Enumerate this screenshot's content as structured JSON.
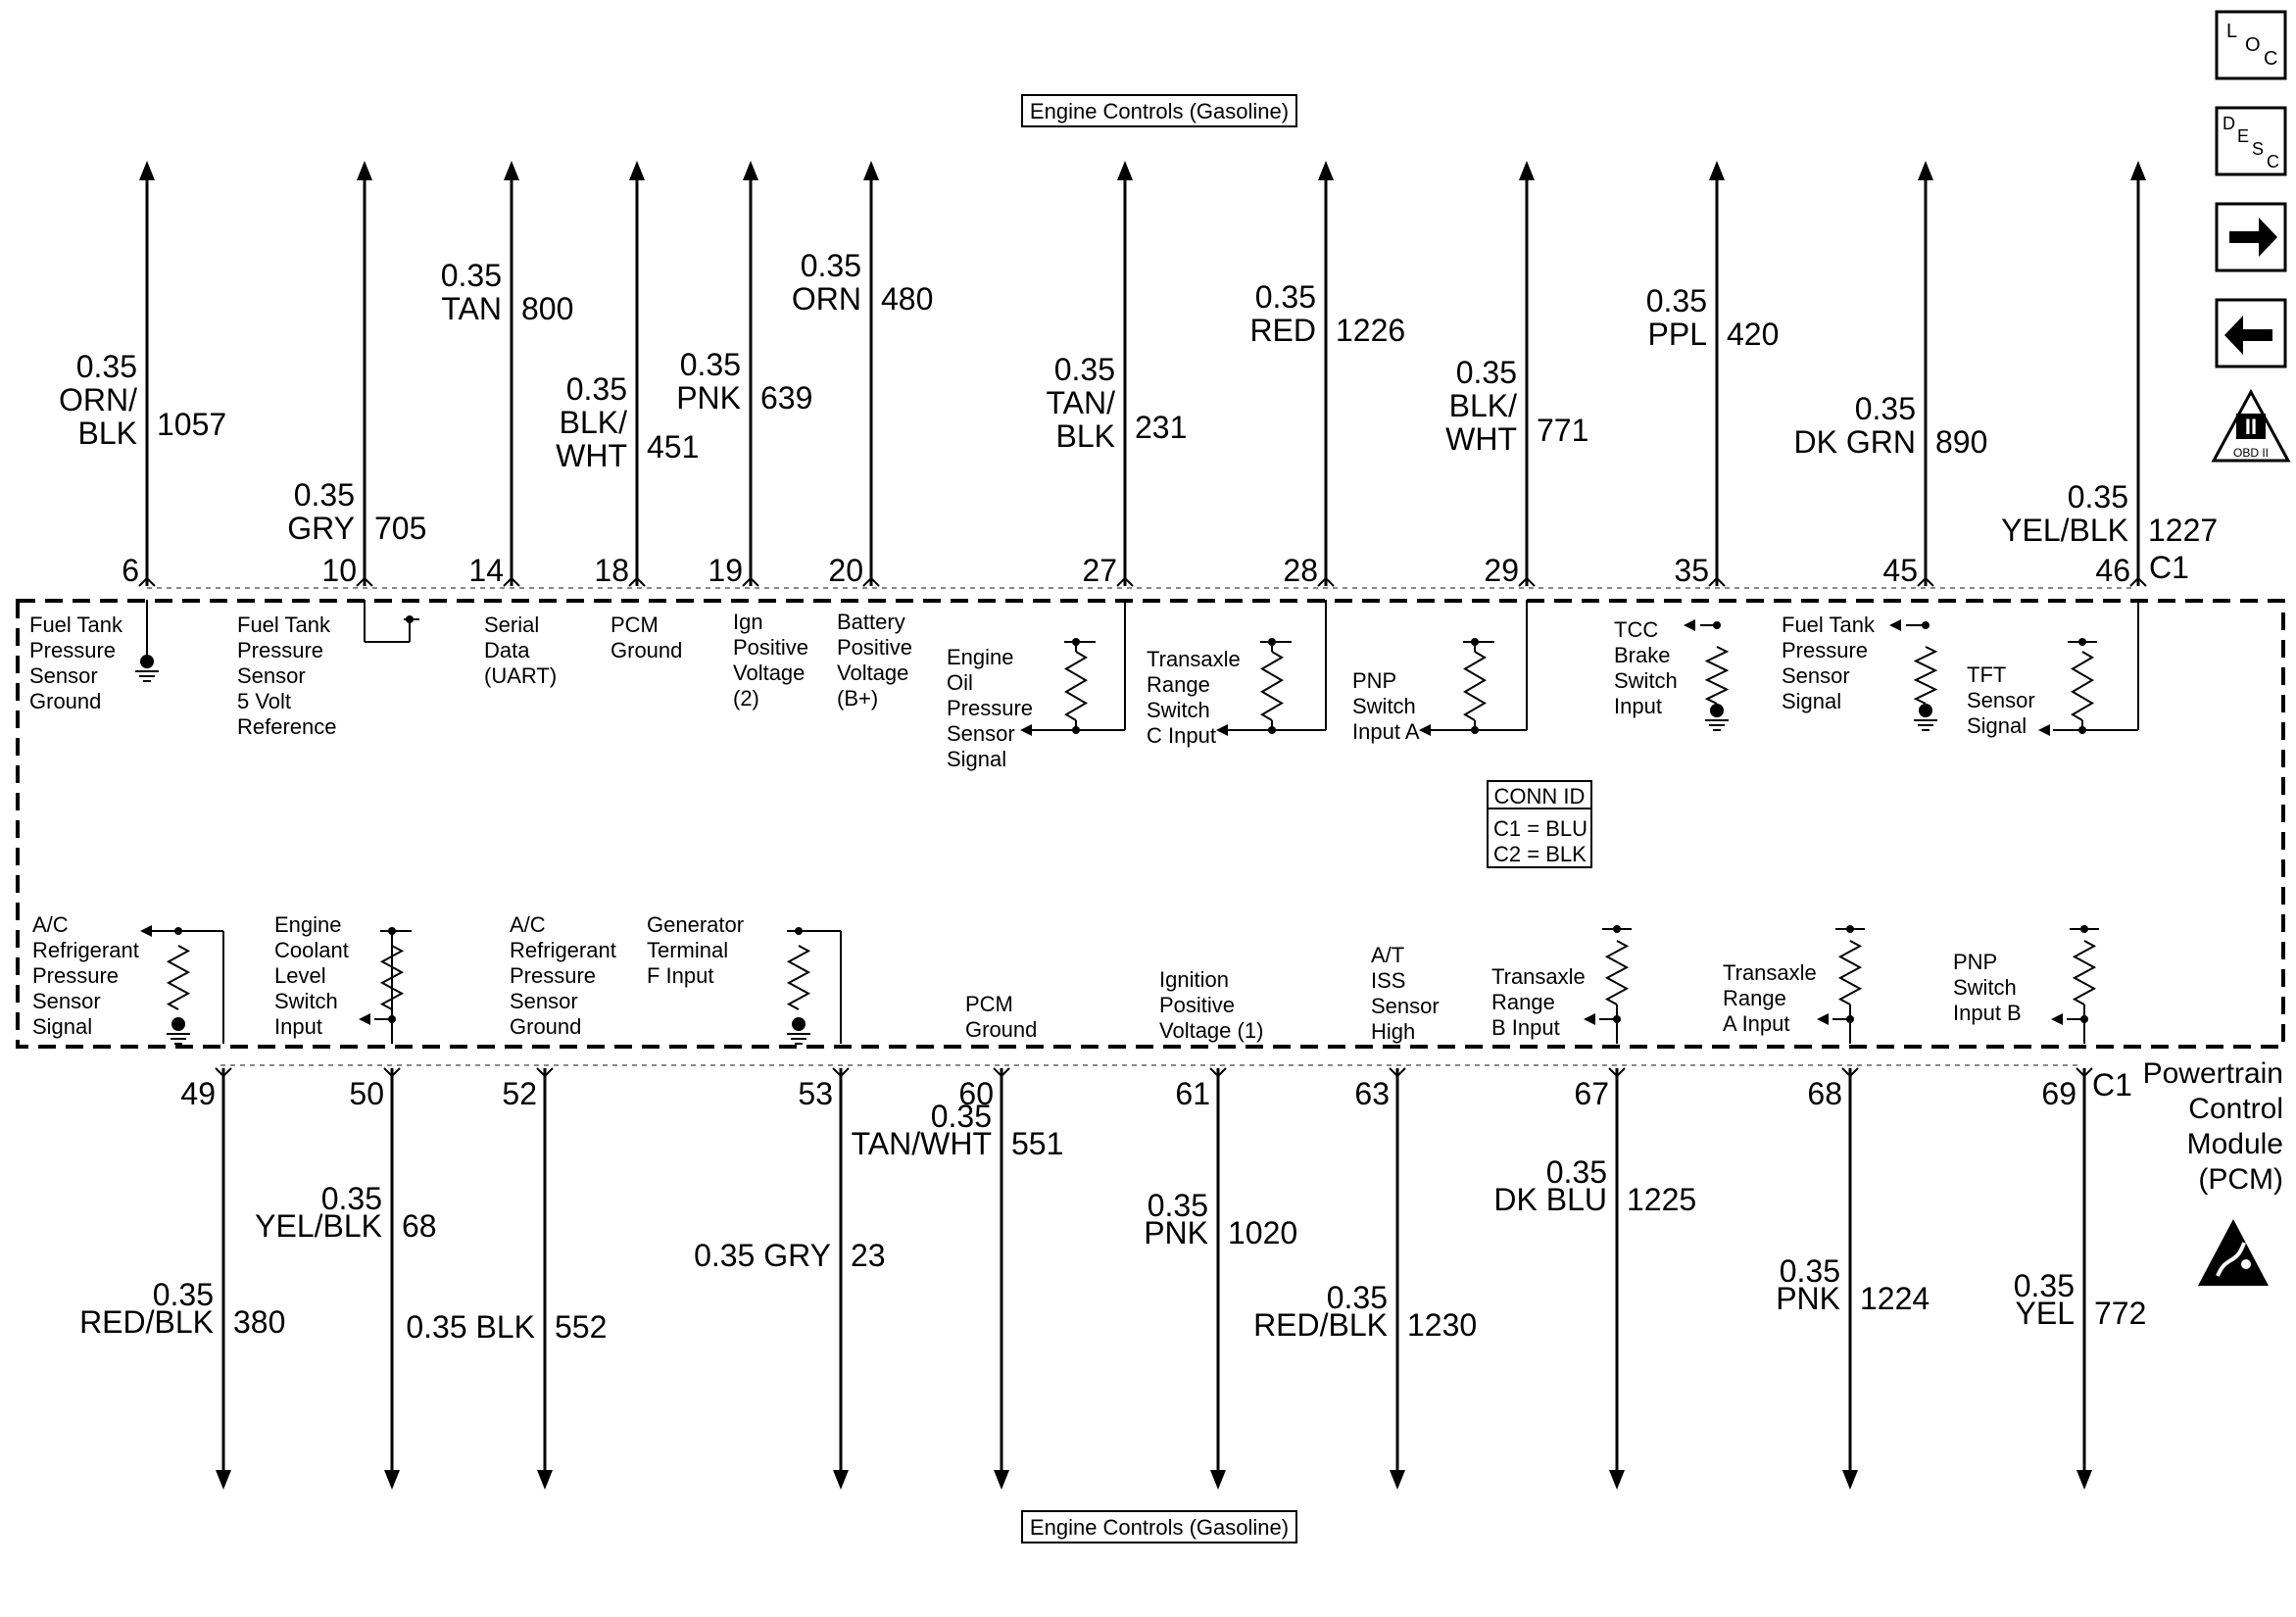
{
  "top_banner": "Engine Controls (Gasoline)",
  "bottom_banner": "Engine Controls (Gasoline)",
  "side_icons": {
    "loc": [
      "L",
      "O",
      "C"
    ],
    "desc": [
      "D",
      "E",
      "S",
      "C"
    ],
    "obd": "OBD II",
    "obd_roman": "II"
  },
  "connector_top": "C1",
  "connector_bottom": "C1",
  "conn_id": {
    "title": "CONN ID",
    "lines": [
      "C1 = BLU",
      "C2 = BLK"
    ]
  },
  "module_label": [
    "Powertrain",
    "Control",
    "Module",
    "(PCM)"
  ],
  "top_wires": [
    {
      "pin": "6",
      "gauge": "0.35",
      "color_lines": [
        "ORN/",
        "BLK"
      ],
      "circuit": "1057",
      "desc": [
        "Fuel Tank",
        "Pressure",
        "Sensor",
        "Ground"
      ]
    },
    {
      "pin": "10",
      "gauge": "0.35",
      "color_lines": [
        "GRY"
      ],
      "circuit": "705",
      "desc": [
        "Fuel Tank",
        "Pressure",
        "Sensor",
        "5 Volt",
        "Reference"
      ]
    },
    {
      "pin": "14",
      "gauge": "0.35",
      "color_lines": [
        "TAN"
      ],
      "circuit": "800",
      "desc": [
        "Serial",
        "Data",
        "(UART)"
      ]
    },
    {
      "pin": "18",
      "gauge": "0.35",
      "color_lines": [
        "BLK/",
        "WHT"
      ],
      "circuit": "451",
      "desc": [
        "PCM",
        "Ground"
      ]
    },
    {
      "pin": "19",
      "gauge": "0.35",
      "color_lines": [
        "PNK"
      ],
      "circuit": "639",
      "desc": [
        "Ign",
        "Positive",
        "Voltage",
        "(2)"
      ]
    },
    {
      "pin": "20",
      "gauge": "0.35",
      "color_lines": [
        "ORN"
      ],
      "circuit": "480",
      "desc": [
        "Battery",
        "Positive",
        "Voltage",
        "(B+)"
      ]
    },
    {
      "pin": "27",
      "gauge": "0.35",
      "color_lines": [
        "TAN/",
        "BLK"
      ],
      "circuit": "231",
      "desc": [
        "Engine",
        "Oil",
        "Pressure",
        "Sensor",
        "Signal"
      ]
    },
    {
      "pin": "28",
      "gauge": "0.35",
      "color_lines": [
        "RED"
      ],
      "circuit": "1226",
      "desc": [
        "Transaxle",
        "Range",
        "Switch",
        "C Input"
      ]
    },
    {
      "pin": "29",
      "gauge": "0.35",
      "color_lines": [
        "BLK/",
        "WHT"
      ],
      "circuit": "771",
      "desc": [
        "PNP",
        "Switch",
        "Input  A"
      ]
    },
    {
      "pin": "35",
      "gauge": "0.35",
      "color_lines": [
        "PPL"
      ],
      "circuit": "420",
      "desc": [
        "TCC",
        "Brake",
        "Switch",
        "Input"
      ]
    },
    {
      "pin": "45",
      "gauge": "0.35",
      "color_lines": [
        "DK GRN"
      ],
      "circuit": "890",
      "desc": [
        "Fuel Tank",
        "Pressure",
        "Sensor",
        "Signal"
      ]
    },
    {
      "pin": "46",
      "gauge": "0.35",
      "color_lines": [
        "YEL/BLK"
      ],
      "circuit": "1227",
      "desc": [
        "TFT",
        "Sensor",
        "Signal"
      ]
    }
  ],
  "bottom_wires": [
    {
      "pin": "49",
      "gauge": "0.35",
      "color_lines": [
        "RED/BLK"
      ],
      "circuit": "380",
      "desc": [
        "A/C",
        "Refrigerant",
        "Pressure",
        "Sensor",
        "Signal"
      ]
    },
    {
      "pin": "50",
      "gauge": "0.35",
      "color_lines": [
        "YEL/BLK"
      ],
      "circuit": "68",
      "desc": [
        "Engine",
        "Coolant",
        "Level",
        "Switch",
        "Input"
      ]
    },
    {
      "pin": "52",
      "gauge": "0.35",
      "color_lines": [
        "BLK"
      ],
      "circuit": "552",
      "desc": [
        "A/C",
        "Refrigerant",
        "Pressure",
        "Sensor",
        "Ground"
      ]
    },
    {
      "pin": "53",
      "gauge": "0.35",
      "color_lines": [
        "GRY"
      ],
      "circuit": "23",
      "desc": [
        "Generator",
        "Terminal",
        "F Input"
      ]
    },
    {
      "pin": "60",
      "gauge": "0.35",
      "color_lines": [
        "TAN/WHT"
      ],
      "circuit": "551",
      "desc": [
        "PCM",
        "Ground"
      ]
    },
    {
      "pin": "61",
      "gauge": "0.35",
      "color_lines": [
        "PNK"
      ],
      "circuit": "1020",
      "desc": [
        "Ignition",
        "Positive",
        "Voltage (1)"
      ]
    },
    {
      "pin": "63",
      "gauge": "0.35",
      "color_lines": [
        "RED/BLK"
      ],
      "circuit": "1230",
      "desc": [
        "A/T",
        "ISS",
        "Sensor",
        "High"
      ]
    },
    {
      "pin": "67",
      "gauge": "0.35",
      "color_lines": [
        "DK BLU"
      ],
      "circuit": "1225",
      "desc": [
        "Transaxle",
        "Range",
        "B Input"
      ]
    },
    {
      "pin": "68",
      "gauge": "0.35",
      "color_lines": [
        "PNK"
      ],
      "circuit": "1224",
      "desc": [
        "Transaxle",
        "Range",
        "A Input"
      ]
    },
    {
      "pin": "69",
      "gauge": "0.35",
      "color_lines": [
        "YEL"
      ],
      "circuit": "772",
      "desc": [
        "PNP",
        "Switch",
        "Input B"
      ]
    }
  ]
}
